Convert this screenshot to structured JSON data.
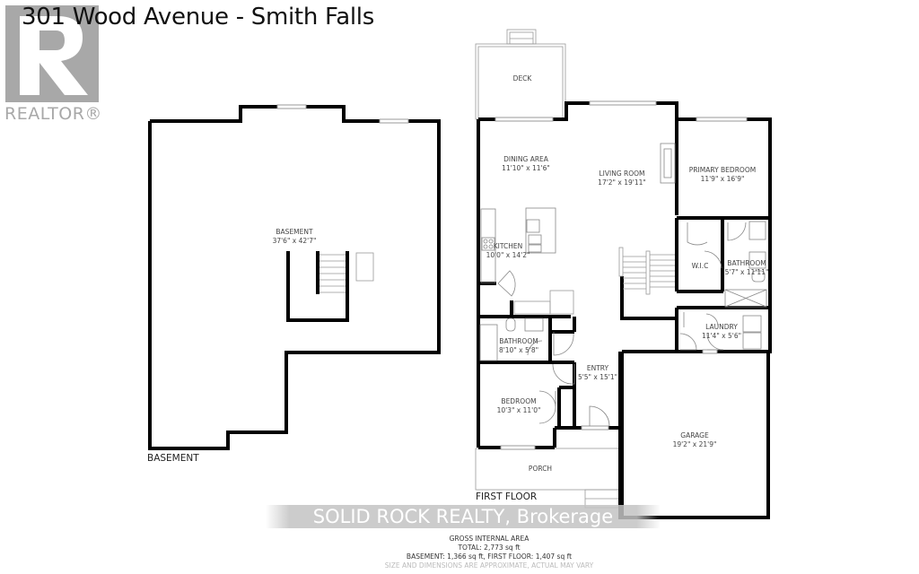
{
  "header": {
    "title": "301 Wood Avenue - Smith Falls"
  },
  "logo": {
    "icon": "realtor-r-icon",
    "wordmark": "REALTOR®",
    "color": "#a8a8a8"
  },
  "basement": {
    "floor_label": "BASEMENT",
    "rooms": [
      {
        "name": "BASEMENT",
        "dims": "37'6\" x 42'7\""
      }
    ]
  },
  "first_floor": {
    "floor_label": "FIRST FLOOR",
    "rooms": [
      {
        "name": "DECK",
        "dims": ""
      },
      {
        "name": "DINING AREA",
        "dims": "11'10\" x 11'6\""
      },
      {
        "name": "LIVING ROOM",
        "dims": "17'2\" x 19'11\""
      },
      {
        "name": "PRIMARY BEDROOM",
        "dims": "11'9\" x 16'9\""
      },
      {
        "name": "KITCHEN",
        "dims": "10'0\" x 14'2\""
      },
      {
        "name": "W.I.C",
        "dims": ""
      },
      {
        "name": "BATHROOM",
        "dims": "5'7\" x 11'11\""
      },
      {
        "name": "LAUNDRY",
        "dims": "11'4\" x 5'6\""
      },
      {
        "name": "BATHROOM",
        "dims": "8'10\" x 5'8\""
      },
      {
        "name": "ENTRY",
        "dims": "5'5\" x 15'1\""
      },
      {
        "name": "BEDROOM",
        "dims": "10'3\" x 11'0\""
      },
      {
        "name": "GARAGE",
        "dims": "19'2\" x 21'9\""
      },
      {
        "name": "PORCH",
        "dims": ""
      }
    ]
  },
  "watermark": {
    "text": "SOLID ROCK REALTY, Brokerage"
  },
  "area_summary": {
    "heading": "GROSS INTERNAL AREA",
    "total": "TOTAL: 2,773 sq ft",
    "breakdown": "BASEMENT: 1,366 sq ft, FIRST FLOOR: 1,407 sq ft",
    "disclaimer": "SIZE AND DIMENSIONS ARE APPROXIMATE, ACTUAL MAY VARY"
  },
  "colors": {
    "wall": "#000000",
    "thin_line": "#888888",
    "label": "#444444"
  }
}
